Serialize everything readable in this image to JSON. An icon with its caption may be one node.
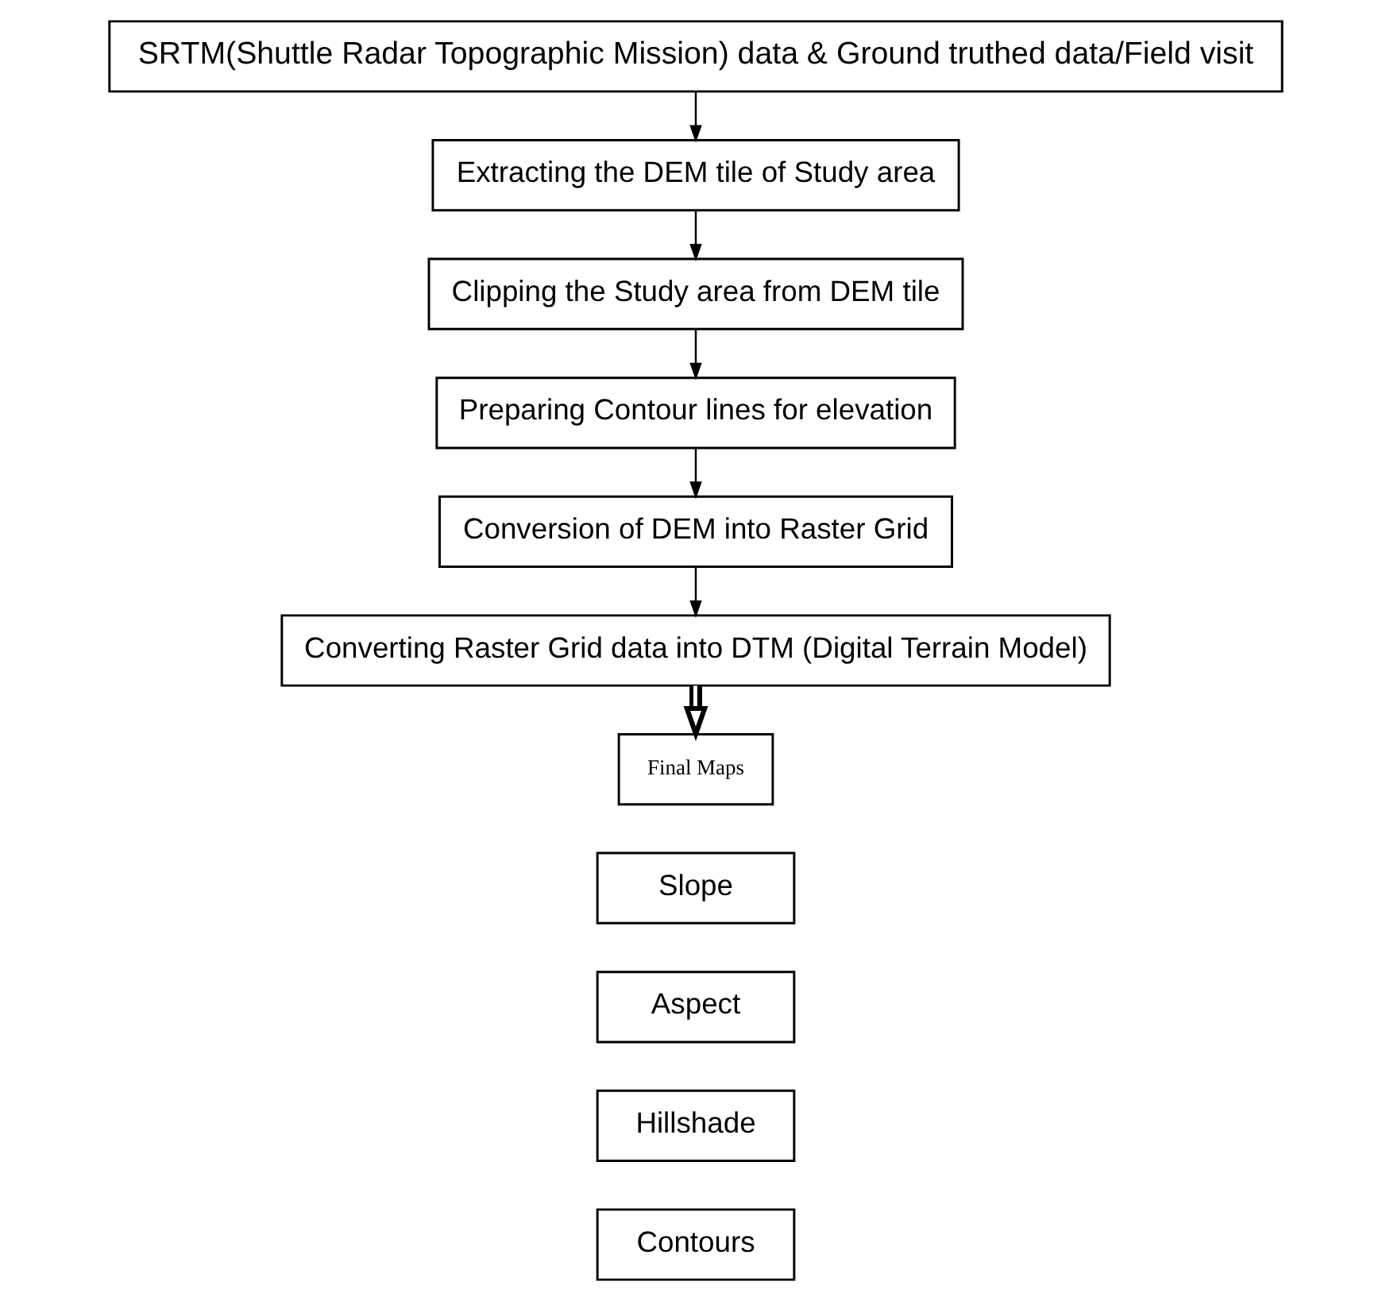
{
  "diagram": {
    "nodes": [
      {
        "text": [
          "SRTM(Shuttle Radar Topographic Mission) data & Ground truthed data/Field visit"
        ]
      },
      {
        "text": [
          "Extracting the DEM tile of Study area"
        ]
      },
      {
        "text": [
          "Clipping the Study area from DEM tile"
        ]
      },
      {
        "text": [
          "Preparing Contour lines for elevation"
        ]
      },
      {
        "text": [
          "Conversion of DEM into Raster Grid"
        ]
      },
      {
        "text": [
          "Converting Raster Grid data into DTM (Digital Terrain Model)"
        ]
      },
      {
        "text": [
          "Final Maps"
        ]
      },
      {
        "text": [
          "Slope"
        ]
      },
      {
        "text": [
          "Aspect"
        ]
      },
      {
        "text": [
          "Hillshade"
        ]
      },
      {
        "text": [
          "Contours"
        ]
      }
    ],
    "edges": [
      {
        "from": 0,
        "to": 1,
        "arrow": "to"
      },
      {
        "from": 1,
        "to": 2,
        "arrow": "to"
      },
      {
        "from": 2,
        "to": 3,
        "arrow": "to"
      },
      {
        "from": 3,
        "to": 4,
        "arrow": "to"
      },
      {
        "from": 4,
        "to": 5,
        "arrow": "to"
      },
      {
        "from": 5,
        "to": 6,
        "arrow": "to",
        "style": "thick"
      }
    ]
  }
}
